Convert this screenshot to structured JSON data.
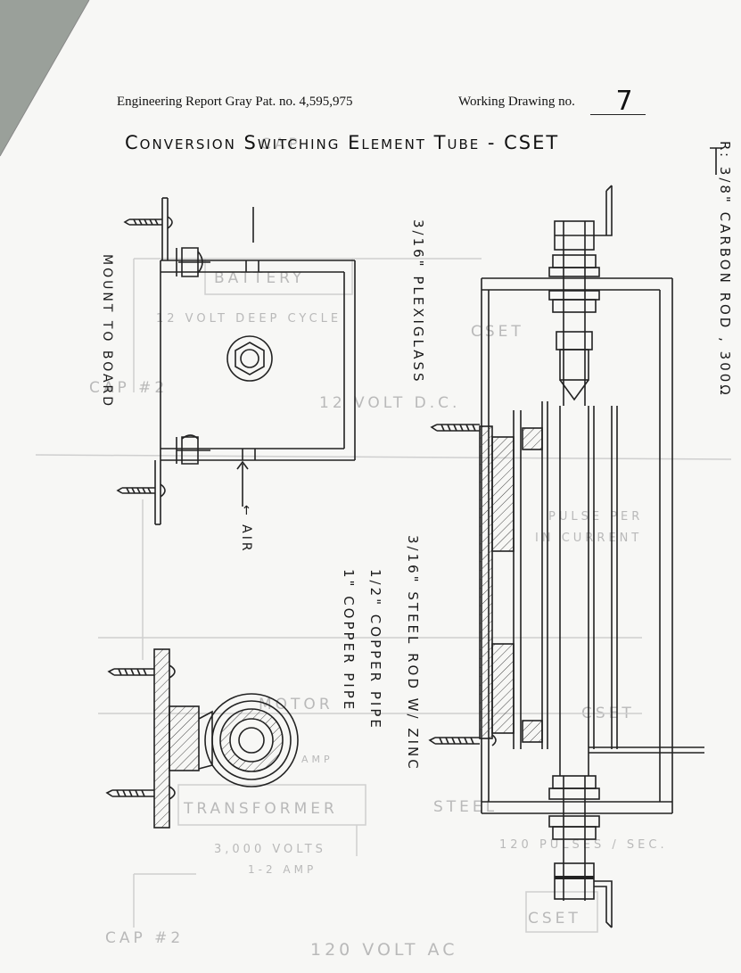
{
  "header": {
    "report": "Engineering Report Gray Pat. no. 4,595,975",
    "drawing_label": "Working Drawing no.",
    "drawing_number": "7"
  },
  "title": "Conversion Switching Element Tube - CSET",
  "labels": {
    "resistor": "R: 3/8\" CARBON ROD , 300Ω",
    "plexiglass": "3/16\" PLEXIGLASS",
    "mount": "MOUNT TO BOARD",
    "air": "← AIR",
    "steel_rod": "3/16\" STEEL ROD W/ ZINC",
    "copper_half": "1/2\" COPPER PIPE",
    "copper_one": "1\" COPPER PIPE"
  },
  "bleed_through": {
    "cap": "CAP",
    "battery": "BATTERY",
    "deep_cycle": "12 VOLT DEEP CYCLE",
    "cset_top": "CSET",
    "cap2_top": "CAP #2",
    "dc_volt": "12 VOLT D.C.",
    "pulse": "PULSE PER",
    "current": "IN CURRENT",
    "motor": "MOTOR",
    "amp": "AMP",
    "cset_mid": "CSET",
    "transformer": "TRANSFORMER",
    "volts": "3,000 VOLTS",
    "amps": "1-2 AMP",
    "steel": "STEEL",
    "pulses": "120 PULSES / SEC.",
    "cap2_bottom": "CAP #2",
    "ac": "120 VOLT AC",
    "cset_bottom": "CSET"
  }
}
